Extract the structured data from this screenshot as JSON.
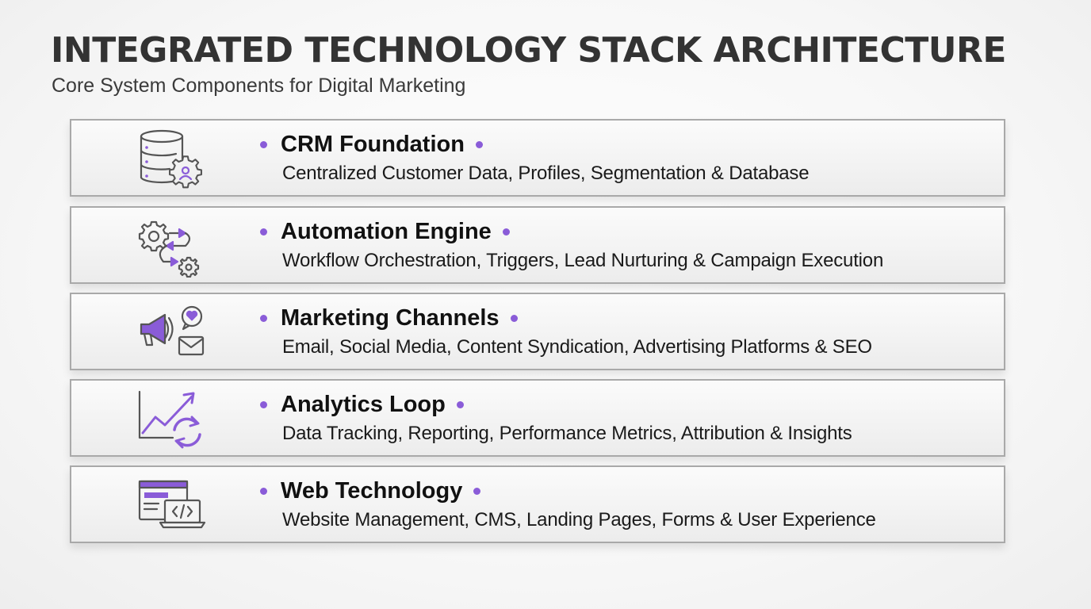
{
  "header": {
    "title": "INTEGRATED TECHNOLOGY STACK ARCHITECTURE",
    "subtitle": "Core System Components for Digital Marketing"
  },
  "colors": {
    "accent": "#8a5cd8",
    "icon_stroke": "#555555",
    "border": "#a9a9a9",
    "title": "#333333"
  },
  "layers": [
    {
      "name": "CRM Foundation",
      "description": "Centralized Customer Data, Profiles, Segmentation & Database",
      "icon": "database-gear-user-icon"
    },
    {
      "name": "Automation Engine",
      "description": "Workflow Orchestration, Triggers, Lead Nurturing & Campaign Execution",
      "icon": "gears-workflow-icon"
    },
    {
      "name": "Marketing Channels",
      "description": "Email, Social Media, Content Syndication, Advertising Platforms & SEO",
      "icon": "megaphone-chat-mail-icon"
    },
    {
      "name": "Analytics Loop",
      "description": "Data Tracking, Reporting, Performance Metrics, Attribution & Insights",
      "icon": "trend-chart-refresh-icon"
    },
    {
      "name": "Web Technology",
      "description": "Website Management, CMS, Landing Pages, Forms & User Experience",
      "icon": "browser-code-laptop-icon"
    }
  ]
}
